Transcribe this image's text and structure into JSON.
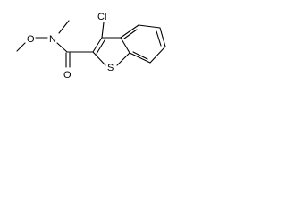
{
  "molecule": {
    "atoms": {
      "chlorine": "Cl",
      "oxygen_methoxy": "O",
      "nitrogen": "N",
      "oxygen_carbonyl": "O",
      "sulfur": "S"
    }
  }
}
